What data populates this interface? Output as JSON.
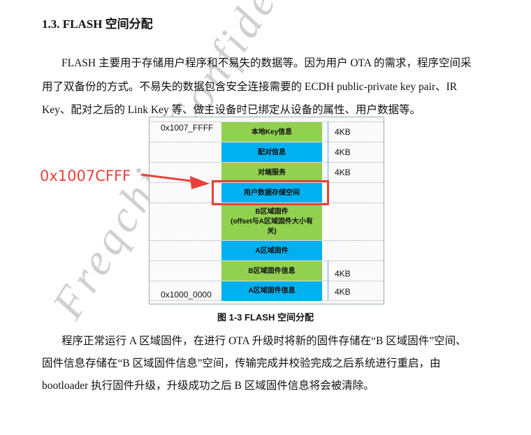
{
  "heading": "1.3. FLASH 空间分配",
  "para1": [
    "FLASH 主要用于存储用户程序和不易失的数据等。因为用户 OTA 的需求，程序空间采",
    "用了双备份的方式。不易失的数据包含安全连接需要的 ECDH public-private key pair、IR",
    "Key、配对之后的 Link Key 等、做主设备时已绑定从设备的属性、用户数据等。"
  ],
  "figure": {
    "addr_top": "0x1007_FFFF",
    "addr_bottom": "0x1000_0000",
    "annotation": "0x1007CFFF",
    "blocks": [
      {
        "label": "本地Key信息",
        "size": "4KB",
        "color": "#92d050"
      },
      {
        "label": "配对信息",
        "size": "4KB",
        "color": "#00b0f0"
      },
      {
        "label": "对端服务",
        "size": "4KB",
        "color": "#92d050"
      },
      {
        "label": "用户数据存储空间",
        "size": "",
        "color": "#00b0f0"
      },
      {
        "label": "B区域固件\n(offset与A区域固件大小有关)",
        "size": "",
        "color": "#92d050"
      },
      {
        "label": "A区域固件",
        "size": "",
        "color": "#00b0f0"
      },
      {
        "label": "B区域固件信息",
        "size": "4KB",
        "color": "#92d050"
      },
      {
        "label": "A区域固件信息",
        "size": "4KB",
        "color": "#00b0f0"
      }
    ],
    "caption": "图 1-3 FLASH 空间分配"
  },
  "para2": [
    "程序正常运行 A 区域固件，在进行 OTA 升级时将新的固件存储在“B 区域固件”空间、",
    "固件信息存储在“B 区域固件信息”空间，传输完成并校验完成之后系统进行重启，由",
    "bootloader 执行固件升级，升级成功之后 B 区域固件信息将会被清除。"
  ],
  "watermark": "Freqchip Confidential"
}
